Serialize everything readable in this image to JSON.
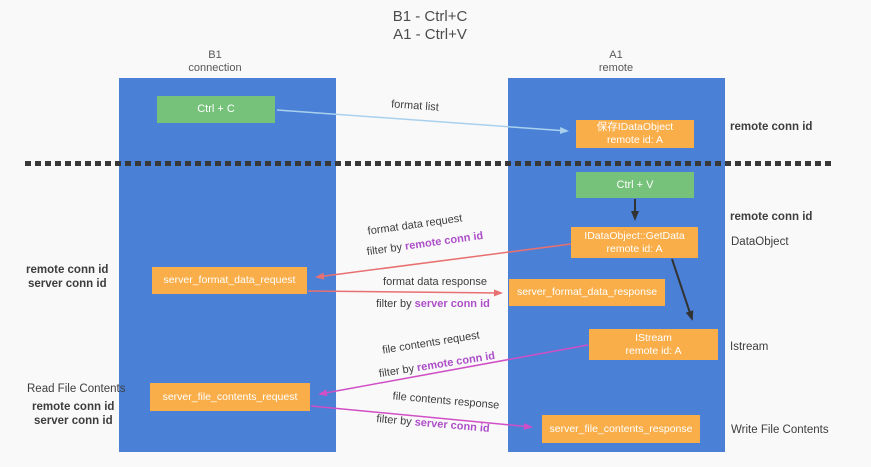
{
  "title": {
    "line1": "B1 - Ctrl+C",
    "line2": "A1 - Ctrl+V"
  },
  "lifelines": {
    "left": {
      "name": "B1",
      "role": "connection"
    },
    "right": {
      "name": "A1",
      "role": "remote"
    }
  },
  "nodes": {
    "ctrl_c": "Ctrl + C",
    "ctrl_v": "Ctrl + V",
    "save_dataobject": {
      "title": "保存IDataObject",
      "subtitle": "remote id: A"
    },
    "getdata": {
      "title": "IDataObject::GetData",
      "subtitle": "remote id: A"
    },
    "istream": {
      "title": "IStream",
      "subtitle": "remote id: A"
    },
    "format_request": "server_format_data_request",
    "format_response": "server_format_data_response",
    "file_request": "server_file_contents_request",
    "file_response": "server_file_contents_response"
  },
  "labels": {
    "format_list": "format list",
    "format_data_request": "format data request",
    "format_data_response": "format data response",
    "file_contents_request": "file contents request",
    "file_contents_response": "file contents response",
    "filter_by": "filter by",
    "remote_conn_id": "remote conn id",
    "server_conn_id": "server conn id",
    "dataobject": "DataObject",
    "istream": "Istream",
    "read_file_contents": "Read File Contents",
    "write_file_contents": "Write File Contents"
  },
  "colors": {
    "lifeline_blue": "#4a80d6",
    "node_green": "#76c27a",
    "node_orange": "#f9ae4a",
    "arrow_salmon": "#e87070",
    "arrow_magenta": "#d14fc6",
    "arrow_lightblue": "#a9d1ee",
    "arrow_black": "#333333",
    "text_purple": "#ad4fc9",
    "text_green": "#5eb865"
  }
}
